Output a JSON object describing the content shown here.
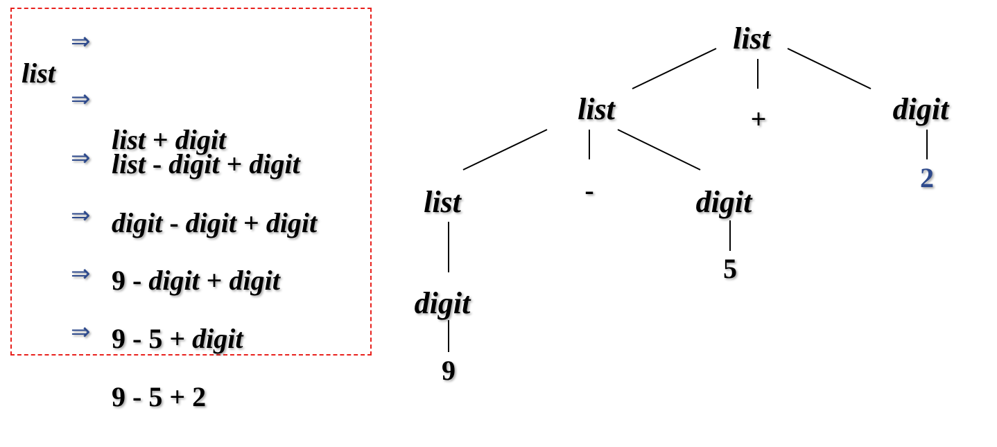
{
  "derivation": {
    "lhs": "list",
    "arrow": "⇒",
    "steps": [
      [
        {
          "t": "list",
          "k": "nt"
        },
        {
          "t": " + ",
          "k": "tm"
        },
        {
          "t": "digit",
          "k": "nt"
        }
      ],
      [
        {
          "t": "list",
          "k": "nt"
        },
        {
          "t": " - ",
          "k": "tm"
        },
        {
          "t": "digit",
          "k": "nt"
        },
        {
          "t": " + ",
          "k": "tm"
        },
        {
          "t": "digit",
          "k": "nt"
        }
      ],
      [
        {
          "t": "digit",
          "k": "nt"
        },
        {
          "t": " - ",
          "k": "tm"
        },
        {
          "t": "digit",
          "k": "nt"
        },
        {
          "t": " + ",
          "k": "tm"
        },
        {
          "t": "digit",
          "k": "nt"
        }
      ],
      [
        {
          "t": "9 - ",
          "k": "tm"
        },
        {
          "t": "digit",
          "k": "nt"
        },
        {
          "t": " + ",
          "k": "tm"
        },
        {
          "t": "digit",
          "k": "nt"
        }
      ],
      [
        {
          "t": "9 - 5 + ",
          "k": "tm"
        },
        {
          "t": "digit",
          "k": "nt"
        }
      ],
      [
        {
          "t": "9 - 5 + 2",
          "k": "tm"
        }
      ]
    ],
    "arrow_color": "#2e4a8c",
    "border_color": "#e8201c"
  },
  "parse_tree": {
    "nodes": {
      "root_list": {
        "label": "list",
        "kind": "nonterminal"
      },
      "list_2": {
        "label": "list",
        "kind": "nonterminal"
      },
      "plus": {
        "label": "+",
        "kind": "terminal"
      },
      "digit_r": {
        "label": "digit",
        "kind": "nonterminal"
      },
      "num_2": {
        "label": "2",
        "kind": "terminal",
        "color": "#2e4a8c"
      },
      "list_3": {
        "label": "list",
        "kind": "nonterminal"
      },
      "minus": {
        "label": "-",
        "kind": "terminal"
      },
      "digit_m": {
        "label": "digit",
        "kind": "nonterminal"
      },
      "num_5": {
        "label": "5",
        "kind": "terminal"
      },
      "digit_l": {
        "label": "digit",
        "kind": "nonterminal"
      },
      "num_9": {
        "label": "9",
        "kind": "terminal"
      }
    },
    "edges": [
      [
        "root_list",
        "list_2"
      ],
      [
        "root_list",
        "plus"
      ],
      [
        "root_list",
        "digit_r"
      ],
      [
        "digit_r",
        "num_2"
      ],
      [
        "list_2",
        "list_3"
      ],
      [
        "list_2",
        "minus"
      ],
      [
        "list_2",
        "digit_m"
      ],
      [
        "digit_m",
        "num_5"
      ],
      [
        "list_3",
        "digit_l"
      ],
      [
        "digit_l",
        "num_9"
      ]
    ]
  }
}
